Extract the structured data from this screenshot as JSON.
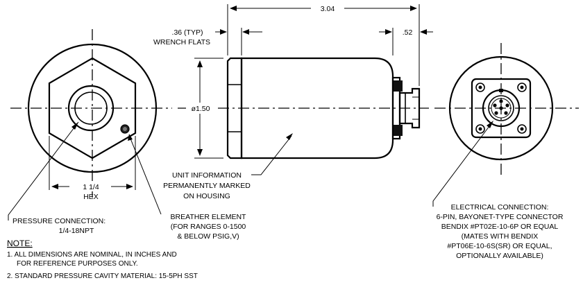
{
  "dimensions": {
    "overall_length": "3.04",
    "connector_length": ".52",
    "wrench_flats_line1": ".36 (TYP)",
    "wrench_flats_line2": "WRENCH FLATS",
    "diameter": "ø1.50",
    "hex_line1": "1 1/4",
    "hex_line2": "HEX"
  },
  "callouts": {
    "unit_info": [
      "UNIT INFORMATION",
      "PERMANENTLY MARKED",
      "ON HOUSING"
    ],
    "pressure_connection": [
      "PRESSURE CONNECTION:",
      "1/4-18NPT"
    ],
    "breather_element": [
      "BREATHER ELEMENT",
      "(FOR RANGES 0-1500",
      "& BELOW PSIG,V)"
    ],
    "electrical_connection": [
      "ELECTRICAL CONNECTION:",
      "6-PIN, BAYONET-TYPE CONNECTOR",
      "BENDIX #PT02E-10-6P OR EQUAL",
      "(MATES WITH BENDIX",
      "#PT06E-10-6S(SR) OR EQUAL,",
      "OPTIONALLY AVAILABLE)"
    ]
  },
  "notes": {
    "heading": "NOTE:",
    "items": [
      "1. ALL DIMENSIONS ARE NOMINAL, IN INCHES AND",
      "FOR REFERENCE PURPOSES ONLY.",
      "2. STANDARD PRESSURE CAVITY MATERIAL: 15-5PH SST"
    ]
  }
}
